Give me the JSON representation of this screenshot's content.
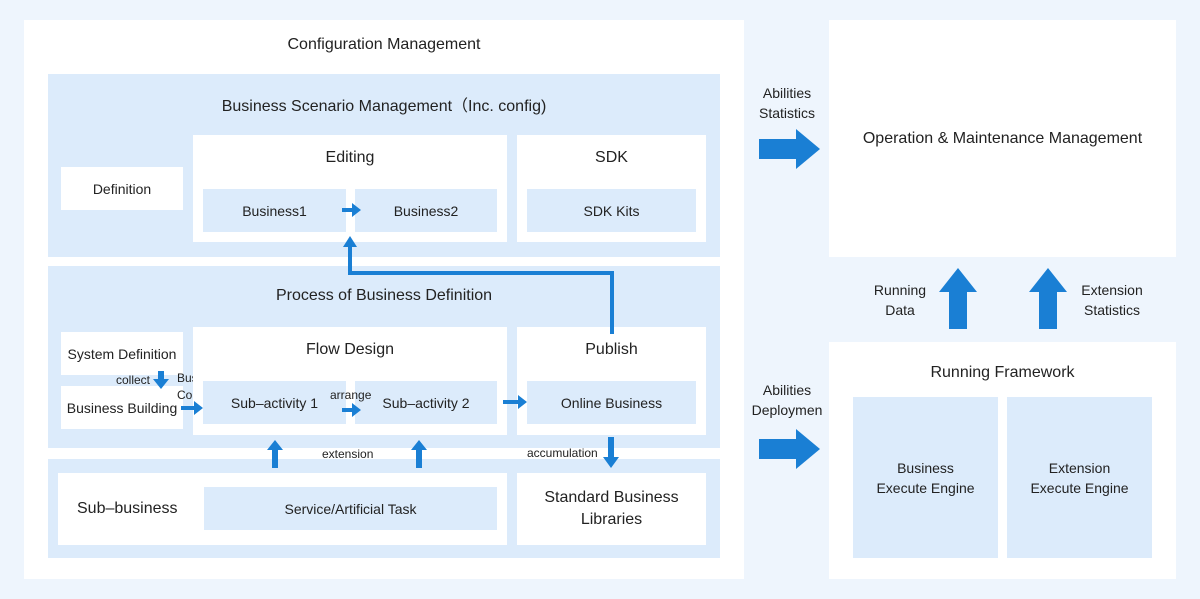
{
  "config": {
    "title": "Configuration Management",
    "scenario": {
      "title": "Business Scenario Management（Inc. config)",
      "definition": "Definition",
      "editing": {
        "title": "Editing",
        "business1": "Business1",
        "business2": "Business2"
      },
      "sdk": {
        "title": "SDK",
        "kits": "SDK Kits"
      }
    },
    "process": {
      "title": "Process of Business Definition",
      "system_definition": "System Definition",
      "business_building": "Business Building",
      "collect": "collect",
      "business_config": "Business\nConfig",
      "flow_design": {
        "title": "Flow Design",
        "sub1": "Sub–activity 1",
        "arrange": "arrange",
        "sub2": "Sub–activity 2"
      },
      "publish": {
        "title": "Publish",
        "online": "Online Business"
      }
    },
    "extension": "extension",
    "accumulation": "accumulation",
    "sub_business": {
      "label": "Sub–business",
      "task": "Service/Artificial Task"
    },
    "libraries": "Standard Business\nLibraries"
  },
  "arrows": {
    "abilities_statistics": "Abilities\nStatistics",
    "abilities_deployment": "Abilities\nDeploymen",
    "running_data": "Running\nData",
    "extension_statistics": "Extension\nStatistics"
  },
  "om": {
    "title": "Operation & Maintenance Management"
  },
  "running": {
    "title": "Running Framework",
    "business_engine": "Business\nExecute Engine",
    "extension_engine": "Extension\nExecute Engine"
  },
  "colors": {
    "arrow": "#1a7fd4",
    "band": "#dcebfb",
    "background": "#eef5fd"
  }
}
